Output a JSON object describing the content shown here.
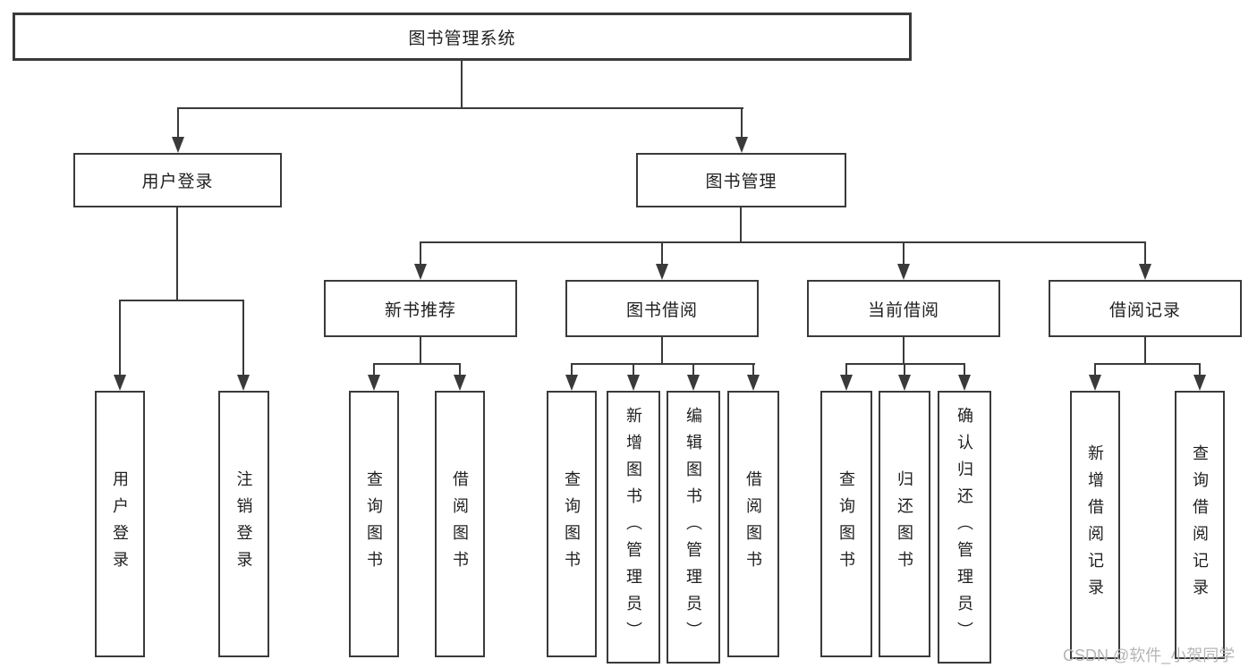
{
  "title": "图书管理系统",
  "watermark": "CSDN @软件_小贺同学",
  "colors": {
    "line": "#3a3a3a",
    "border": "#3a3a3a",
    "text": "#1f1f1f",
    "watermark": "#b5b5b5"
  },
  "tree": {
    "label": "图书管理系统",
    "children": [
      {
        "label": "用户登录",
        "children": [
          {
            "label": "用户登录"
          },
          {
            "label": "注销登录"
          }
        ]
      },
      {
        "label": "图书管理",
        "children": [
          {
            "label": "新书推荐",
            "children": [
              {
                "label": "查询图书"
              },
              {
                "label": "借阅图书"
              }
            ]
          },
          {
            "label": "图书借阅",
            "children": [
              {
                "label": "查询图书"
              },
              {
                "label": "新增图书（管理员）"
              },
              {
                "label": "编辑图书（管理员）"
              },
              {
                "label": "借阅图书"
              }
            ]
          },
          {
            "label": "当前借阅",
            "children": [
              {
                "label": "查询图书"
              },
              {
                "label": "归还图书"
              },
              {
                "label": "确认归还（管理员）"
              }
            ]
          },
          {
            "label": "借阅记录",
            "children": [
              {
                "label": "新增借阅记录"
              },
              {
                "label": "查询借阅记录"
              }
            ]
          }
        ]
      }
    ]
  }
}
